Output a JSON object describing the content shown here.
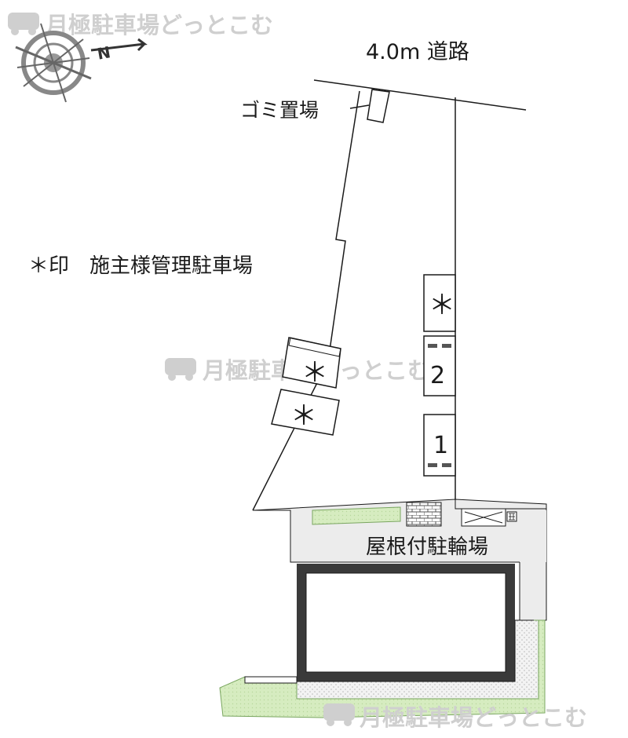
{
  "watermark": {
    "text": "月極駐車場どっとこむ"
  },
  "compass": {
    "north_label": "N",
    "icon": "compass-rose-icon"
  },
  "road": {
    "label": "4.0m 道路"
  },
  "garbage": {
    "label": "ゴミ置場"
  },
  "legend": {
    "label": "＊印　施主様管理駐車場"
  },
  "bicycle_parking": {
    "label": "屋根付駐輪場"
  },
  "parking": {
    "owner_mark": "＊",
    "space_1": "1",
    "space_2": "2"
  },
  "colors": {
    "line": "#1a1a1a",
    "building": "#3a3a3a",
    "pavement": "#ececec",
    "green": "#d6ecc0",
    "watermark": "#cfcfcf"
  }
}
